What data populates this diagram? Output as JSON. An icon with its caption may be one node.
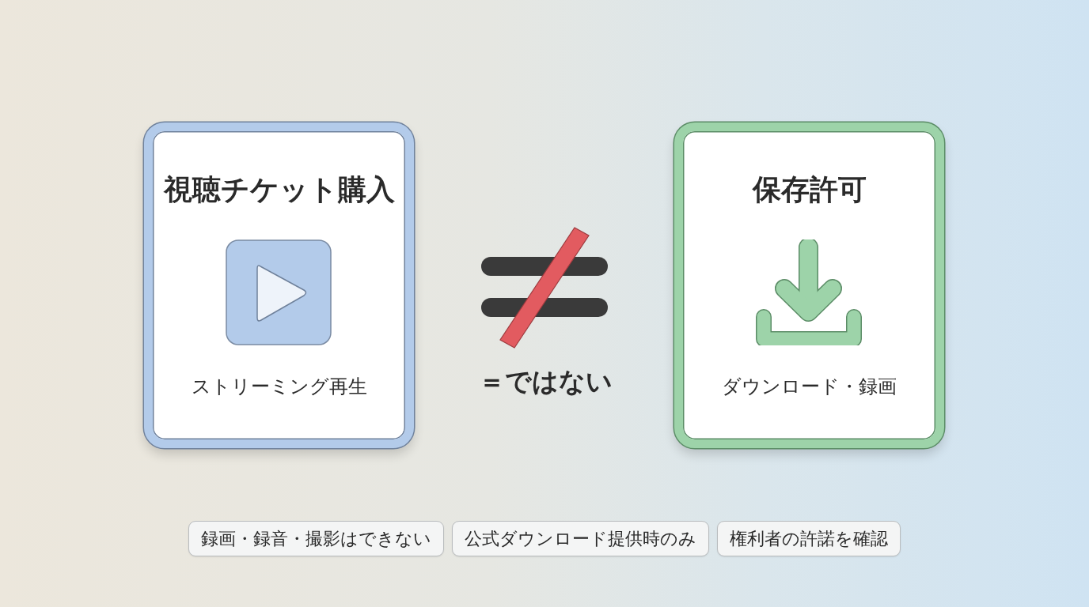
{
  "diagram": {
    "nodes": [
      {
        "text": [
          "視聴チケット購入",
          "ストリーミング再生"
        ]
      },
      {
        "text": [
          "保存許可",
          "ダウンロード・録画"
        ]
      },
      {
        "text": [
          "録画・録音・撮影はできない"
        ]
      },
      {
        "text": [
          "公式ダウンロード提供時のみ"
        ]
      },
      {
        "text": [
          "権利者の許諾を確認"
        ]
      }
    ],
    "labels": [
      "＝ではない"
    ]
  }
}
